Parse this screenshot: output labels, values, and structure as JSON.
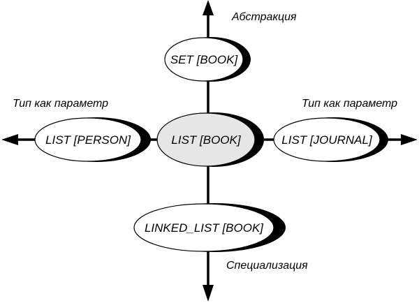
{
  "nodes": {
    "center": "LIST [BOOK]",
    "top": "SET [BOOK]",
    "left": "LIST [PERSON]",
    "right": "LIST [JOURNAL]",
    "bottom": "LINKED_LIST [BOOK]"
  },
  "labels": {
    "up": "Абстракция",
    "left": "Тип как параметр",
    "right": "Тип как параметр",
    "down": "Специализация"
  },
  "colors": {
    "center_fill": "#e6e6e6",
    "node_fill": "#ffffff",
    "stroke": "#000000"
  }
}
